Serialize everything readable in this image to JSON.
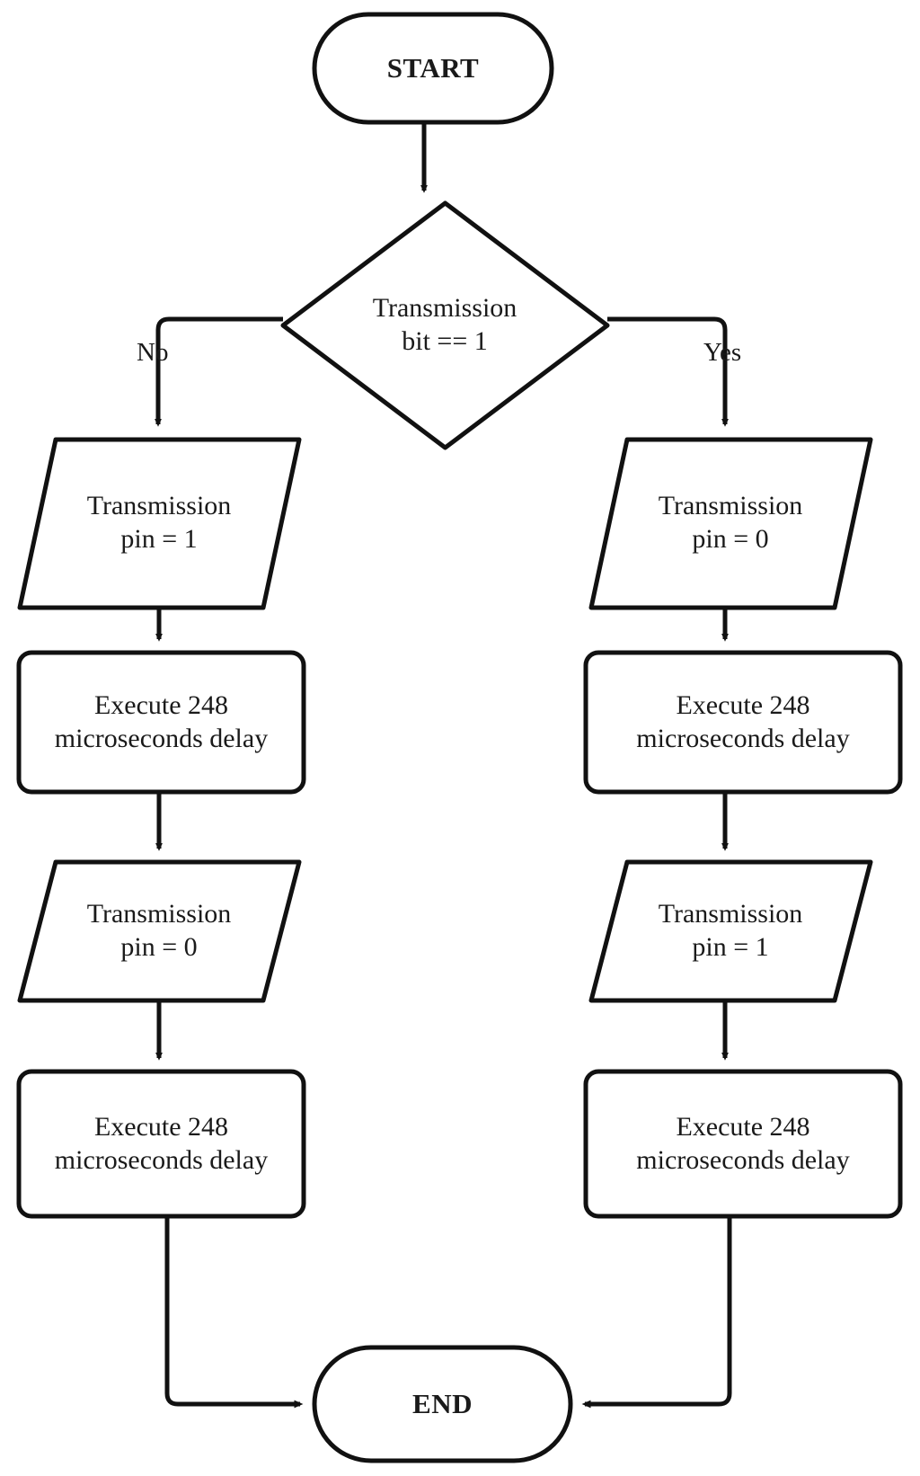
{
  "diagram": {
    "title": "Transmission bit timing flowchart",
    "type": "flowchart",
    "stroke_color": "#111111",
    "fill_color": "#ffffff",
    "text_color": "#1a1a1a"
  },
  "nodes": {
    "start": {
      "label": "START",
      "shape": "stadium"
    },
    "decision": {
      "label": "Transmission\nbit == 1",
      "shape": "diamond"
    },
    "left_io_1": {
      "label": "Transmission\npin = 1",
      "shape": "parallelogram"
    },
    "left_process_1": {
      "label": "Execute 248\nmicroseconds delay",
      "shape": "rounded-rectangle"
    },
    "left_io_2": {
      "label": "Transmission\npin = 0",
      "shape": "parallelogram"
    },
    "left_process_2": {
      "label": "Execute 248\nmicroseconds delay",
      "shape": "rounded-rectangle"
    },
    "right_io_1": {
      "label": "Transmission\npin = 0",
      "shape": "parallelogram"
    },
    "right_process_1": {
      "label": "Execute 248\nmicroseconds delay",
      "shape": "rounded-rectangle"
    },
    "right_io_2": {
      "label": "Transmission\npin = 1",
      "shape": "parallelogram"
    },
    "right_process_2": {
      "label": "Execute 248\nmicroseconds delay",
      "shape": "rounded-rectangle"
    },
    "end": {
      "label": "END",
      "shape": "stadium"
    }
  },
  "edge_labels": {
    "no": "No",
    "yes": "Yes"
  }
}
